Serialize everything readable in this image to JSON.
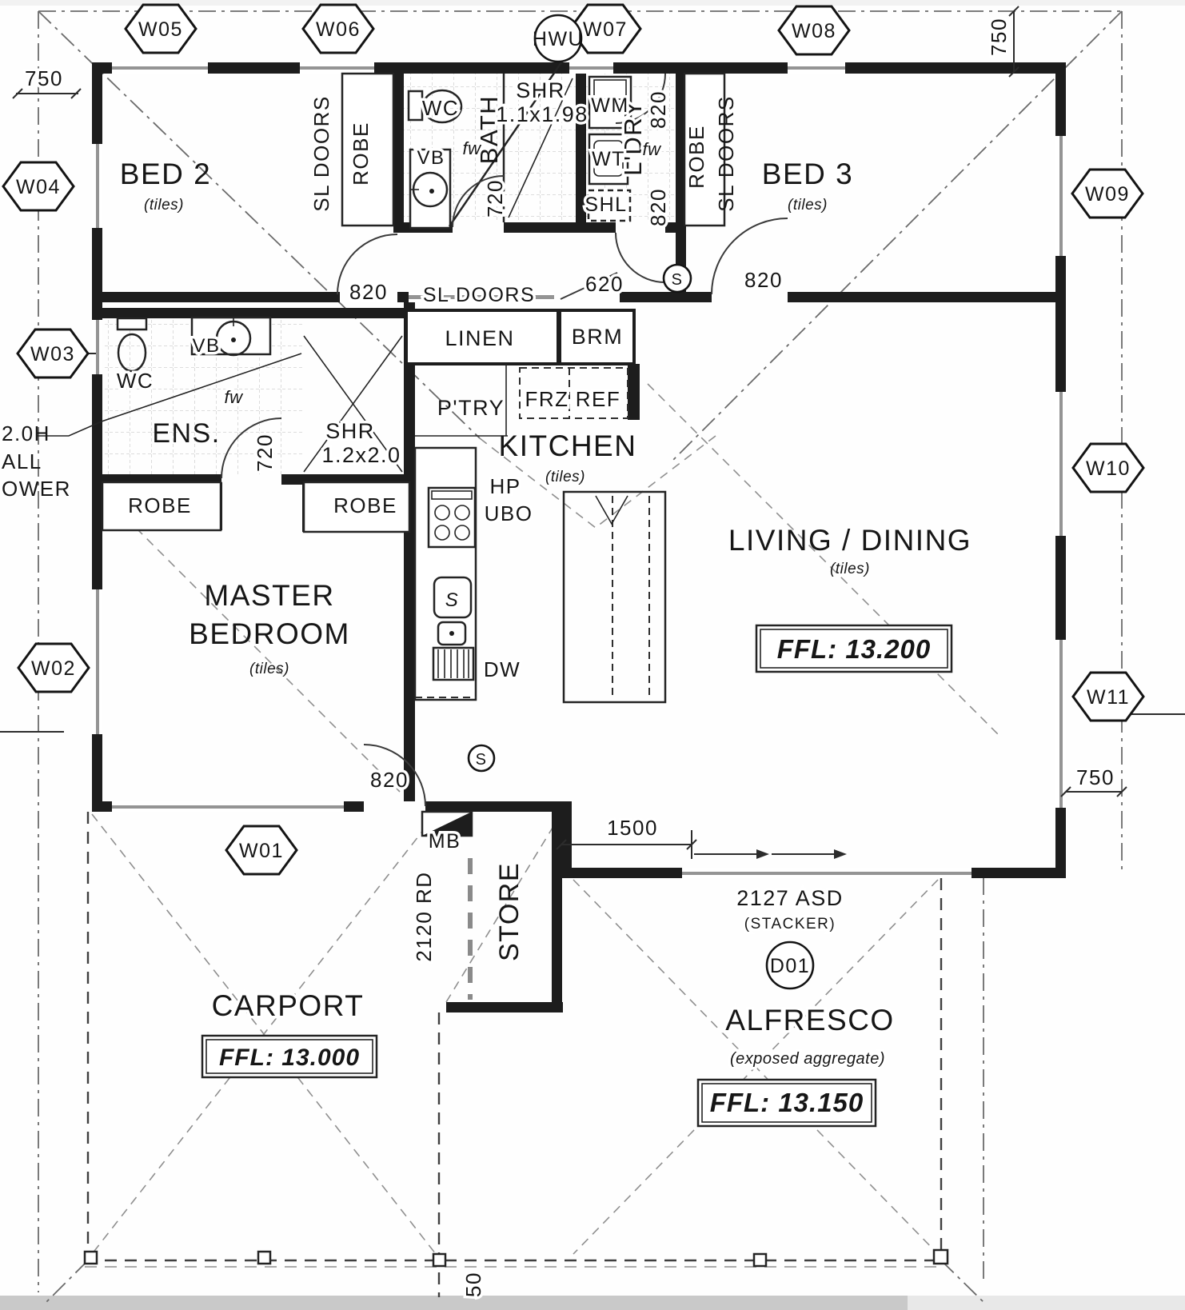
{
  "markers": {
    "w01": "W01",
    "w02": "W02",
    "w03": "W03",
    "w04": "W04",
    "w05": "W05",
    "w06": "W06",
    "w07": "W07",
    "w08": "W08",
    "w09": "W09",
    "w10": "W10",
    "w11": "W11",
    "hwu": "HWU",
    "d01": "D01",
    "smoke_alarm": "S"
  },
  "rooms": {
    "bed2": {
      "name": "BED 2",
      "finish": "(tiles)"
    },
    "bed3": {
      "name": "BED 3",
      "finish": "(tiles)"
    },
    "master": {
      "line1": "MASTER",
      "line2": "BEDROOM",
      "finish": "(tiles)"
    },
    "living": {
      "name": "LIVING / DINING",
      "finish": "(tiles)",
      "ffl": "FFL: 13.200"
    },
    "kitchen": {
      "name": "KITCHEN",
      "finish": "(tiles)"
    },
    "ens": {
      "name": "ENS."
    },
    "bath": {
      "name": "BATH"
    },
    "laundry": {
      "name": "L'DRY"
    },
    "linen": {
      "name": "LINEN"
    },
    "broom": {
      "name": "BRM"
    },
    "pantry": {
      "name": "P'TRY"
    },
    "store": {
      "name": "STORE"
    },
    "carport": {
      "name": "CARPORT",
      "ffl": "FFL: 13.000"
    },
    "alfresco": {
      "name": "ALFRESCO",
      "finish": "(exposed aggregate)",
      "ffl": "FFL: 13.150"
    }
  },
  "fixtures": {
    "robe": "ROBE",
    "sl_doors": "SL DOORS",
    "wc": "WC",
    "vb": "VB",
    "fw": "fw",
    "wm": "WM",
    "wt": "WT",
    "shl": "SHL",
    "hp": "HP",
    "ubo": "UBO",
    "dw": "DW",
    "frz": "FRZ",
    "ref": "REF",
    "mb": "MB",
    "sink": "S",
    "shr": "SHR",
    "shr_bath_size": "1.1x1.98",
    "shr_ens_size": "1.2x2.0",
    "roller_door": "2120 RD",
    "stacker_door": "2127 ASD",
    "stacker_note": "(STACKER)"
  },
  "dimensions": {
    "d750": "750",
    "d820": "820",
    "d720": "720",
    "d620": "620",
    "d1500": "1500",
    "d50": "50"
  },
  "notes": {
    "cut_label_line1": "2.0H",
    "cut_label_line2": "ALL",
    "cut_label_line3": "OWER"
  }
}
